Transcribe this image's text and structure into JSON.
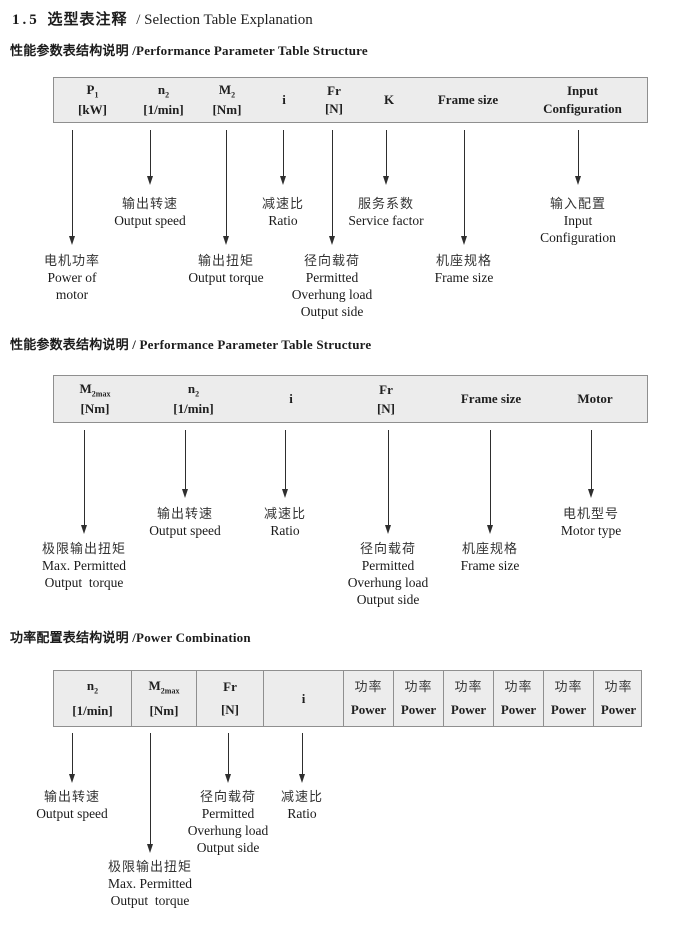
{
  "title": {
    "num": "1.5",
    "zh": "选型表注释",
    "en": "/ Selection Table Explanation"
  },
  "sections": [
    {
      "heading": "性能参数表结构说明 /Performance Parameter Table Structure",
      "columns": [
        {
          "sym": "P",
          "sub": "1",
          "unit": "[kW]"
        },
        {
          "sym": "n",
          "sub": "2",
          "unit": "[1/min]"
        },
        {
          "sym": "M",
          "sub": "2",
          "unit": "[Nm]"
        },
        {
          "sym": "i",
          "sub": "",
          "unit": ""
        },
        {
          "sym": "Fr",
          "sub": "",
          "unit": "[N]"
        },
        {
          "sym": "K",
          "sub": "",
          "unit": ""
        },
        {
          "sym": "Frame size",
          "sub": "",
          "unit": ""
        },
        {
          "sym": "Input",
          "sub": "",
          "unit": "Configuration"
        }
      ],
      "callouts": [
        {
          "for": "P1",
          "lines": [
            "电机功率",
            "Power of",
            "motor"
          ]
        },
        {
          "for": "n2",
          "lines": [
            "输出转速",
            "Output speed"
          ]
        },
        {
          "for": "M2",
          "lines": [
            "输出扭矩",
            "Output torque"
          ]
        },
        {
          "for": "i",
          "lines": [
            "减速比",
            "Ratio"
          ]
        },
        {
          "for": "Fr",
          "lines": [
            "径向载荷",
            "Permitted",
            "Overhung load",
            "Output side"
          ]
        },
        {
          "for": "K",
          "lines": [
            "服务系数",
            "Service factor"
          ]
        },
        {
          "for": "Frame size",
          "lines": [
            "机座规格",
            "Frame size"
          ]
        },
        {
          "for": "Input Configuration",
          "lines": [
            "输入配置",
            "Input",
            "Configuration"
          ]
        }
      ]
    },
    {
      "heading": "性能参数表结构说明 / Performance Parameter Table Structure",
      "columns": [
        {
          "sym": "M",
          "sub": "2max",
          "unit": "[Nm]"
        },
        {
          "sym": "n",
          "sub": "2",
          "unit": "[1/min]"
        },
        {
          "sym": "i",
          "sub": "",
          "unit": ""
        },
        {
          "sym": "Fr",
          "sub": "",
          "unit": "[N]"
        },
        {
          "sym": "Frame size",
          "sub": "",
          "unit": ""
        },
        {
          "sym": "Motor",
          "sub": "",
          "unit": ""
        }
      ],
      "callouts": [
        {
          "for": "M2max",
          "lines": [
            "极限输出扭矩",
            "Max. Permitted",
            "Output  torque"
          ]
        },
        {
          "for": "n2",
          "lines": [
            "输出转速",
            "Output speed"
          ]
        },
        {
          "for": "i",
          "lines": [
            "减速比",
            "Ratio"
          ]
        },
        {
          "for": "Fr",
          "lines": [
            "径向载荷",
            "Permitted",
            "Overhung load",
            "Output side"
          ]
        },
        {
          "for": "Frame size",
          "lines": [
            "机座规格",
            "Frame size"
          ]
        },
        {
          "for": "Motor",
          "lines": [
            "电机型号",
            "Motor type"
          ]
        }
      ]
    },
    {
      "heading": "功率配置表结构说明 /Power Combination",
      "columns": [
        {
          "sym": "n",
          "sub": "2",
          "unit": "[1/min]"
        },
        {
          "sym": "M",
          "sub": "2max",
          "unit": "[Nm]"
        },
        {
          "sym": "Fr",
          "sub": "",
          "unit": "[N]"
        },
        {
          "sym": "i",
          "sub": "",
          "unit": ""
        },
        {
          "sym": "功率",
          "sub": "",
          "unit": "Power"
        },
        {
          "sym": "功率",
          "sub": "",
          "unit": "Power"
        },
        {
          "sym": "功率",
          "sub": "",
          "unit": "Power"
        },
        {
          "sym": "功率",
          "sub": "",
          "unit": "Power"
        },
        {
          "sym": "功率",
          "sub": "",
          "unit": "Power"
        },
        {
          "sym": "功率",
          "sub": "",
          "unit": "Power"
        }
      ],
      "callouts": [
        {
          "for": "n2",
          "lines": [
            "输出转速",
            "Output speed"
          ]
        },
        {
          "for": "M2max",
          "lines": [
            "极限输出扭矩",
            "Max. Permitted",
            "Output  torque"
          ]
        },
        {
          "for": "Fr",
          "lines": [
            "径向载荷",
            "Permitted",
            "Overhung load",
            "Output side"
          ]
        },
        {
          "for": "i",
          "lines": [
            "减速比",
            "Ratio"
          ]
        }
      ]
    }
  ]
}
